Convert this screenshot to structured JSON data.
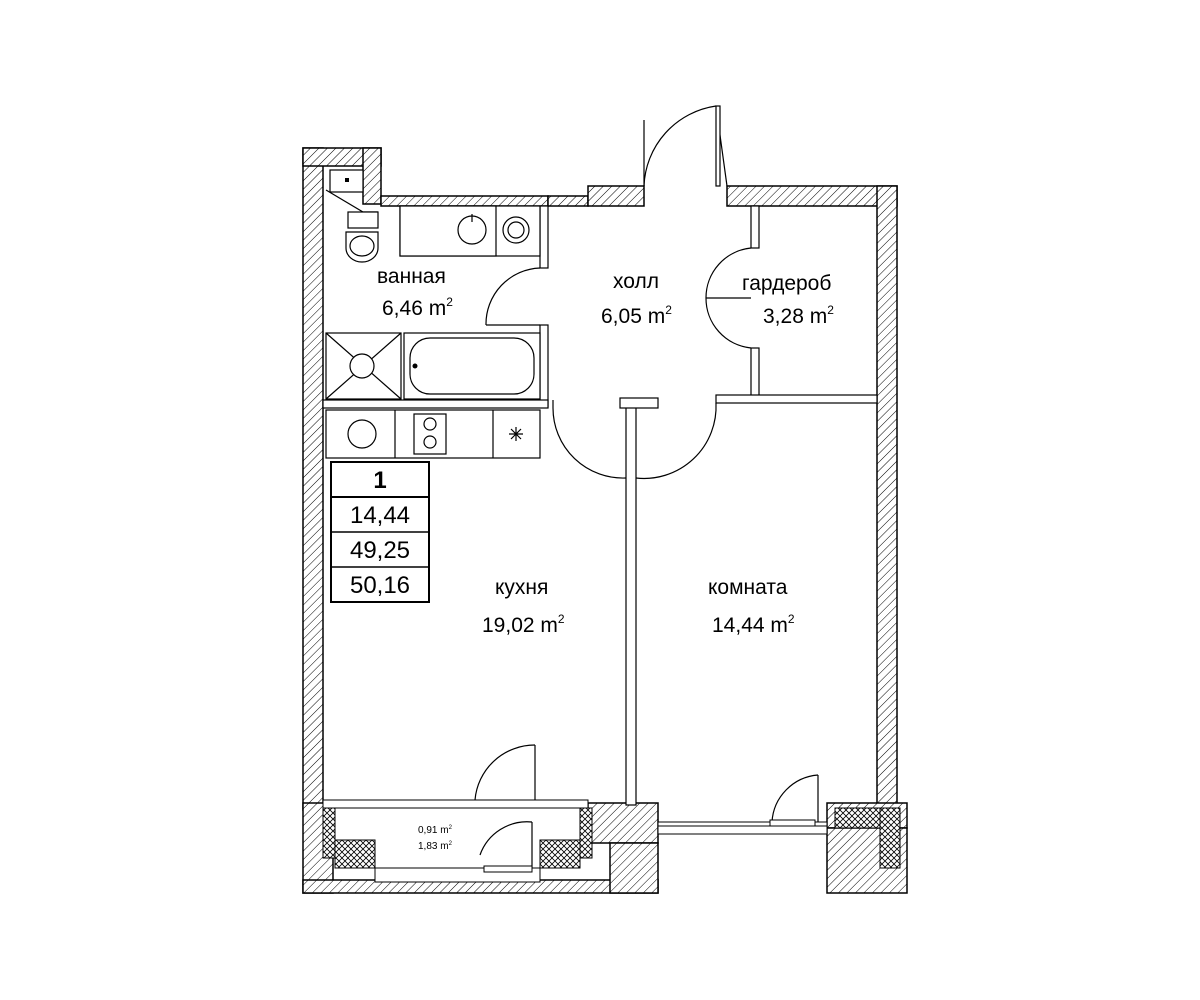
{
  "rooms": {
    "bathroom": {
      "name": "ванная",
      "area": "6,46 m",
      "sup": "2"
    },
    "hall": {
      "name": "холл",
      "area": "6,05 m",
      "sup": "2"
    },
    "wardrobe": {
      "name": "гардероб",
      "area": "3,28 m",
      "sup": "2"
    },
    "kitchen": {
      "name": "кухня",
      "area": "19,02 m",
      "sup": "2"
    },
    "room": {
      "name": "комната",
      "area": "14,44 m",
      "sup": "2"
    },
    "balcony": {
      "area1": "0,91 m",
      "area2": "1,83 m",
      "sup": "2"
    }
  },
  "summary": {
    "rooms_count": "1",
    "living_area": "14,44",
    "total_area": "49,25",
    "total_area_with_balcony": "50,16"
  }
}
